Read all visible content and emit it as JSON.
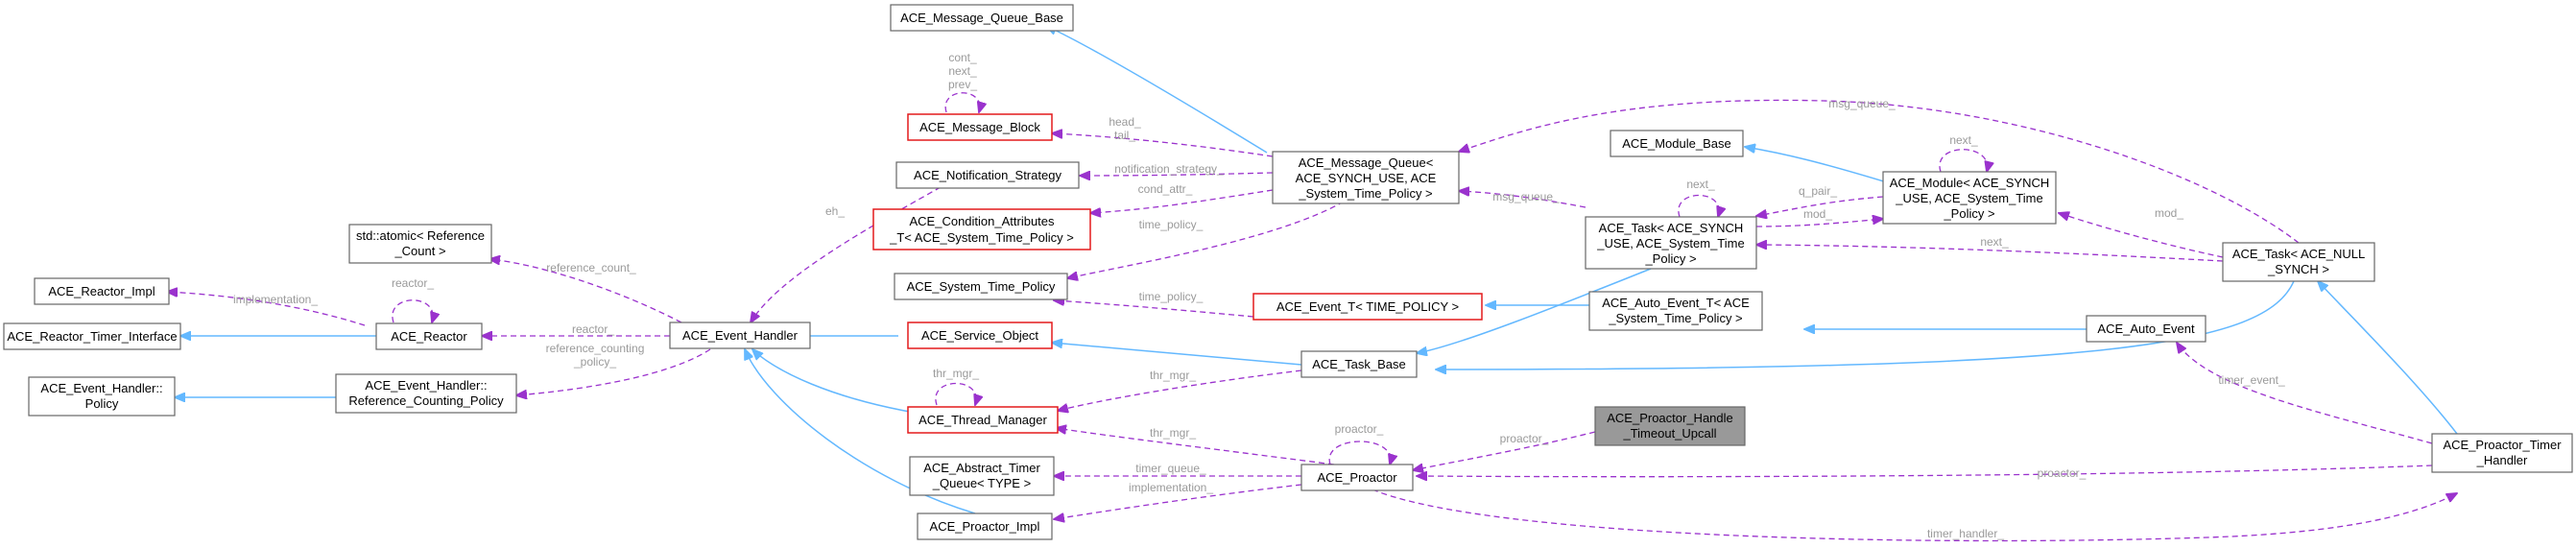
{
  "colors": {
    "inheritance": "#63b8ff",
    "usage": "#9a32cd",
    "highlight_border": "#e41a1c",
    "focus_fill": "#999999",
    "label": "#9a9a9a"
  },
  "nodes": {
    "mqb": [
      "ACE_Message_Queue_Base"
    ],
    "mb": [
      "ACE_Message_Block"
    ],
    "ns": [
      "ACE_Notification_Strategy"
    ],
    "mq": [
      "ACE_Message_Queue<",
      "ACE_SYNCH_USE, ACE",
      "_System_Time_Policy >"
    ],
    "ca": [
      "ACE_Condition_Attributes",
      "_T< ACE_System_Time_Policy >"
    ],
    "atomic": [
      "std::atomic< Reference",
      "_Count >"
    ],
    "rimpl": [
      "ACE_Reactor_Impl"
    ],
    "rti": [
      "ACE_Reactor_Timer_Interface"
    ],
    "reactor": [
      "ACE_Reactor"
    ],
    "eh": [
      "ACE_Event_Handler"
    ],
    "ehpol": [
      "ACE_Event_Handler::",
      "Policy"
    ],
    "ehrcp": [
      "ACE_Event_Handler::",
      "Reference_Counting_Policy"
    ],
    "stp": [
      "ACE_System_Time_Policy"
    ],
    "so": [
      "ACE_Service_Object"
    ],
    "tm": [
      "ACE_Thread_Manager"
    ],
    "atq": [
      "ACE_Abstract_Timer",
      "_Queue< TYPE >"
    ],
    "pimpl": [
      "ACE_Proactor_Impl"
    ],
    "et": [
      "ACE_Event_T< TIME_POLICY >"
    ],
    "tb": [
      "ACE_Task_Base"
    ],
    "task": [
      "ACE_Task< ACE_SYNCH",
      "_USE, ACE_System_Time",
      "_Policy >"
    ],
    "pro": [
      "ACE_Proactor"
    ],
    "phtu": [
      "ACE_Proactor_Handle",
      "_Timeout_Upcall"
    ],
    "modb": [
      "ACE_Module_Base"
    ],
    "mod": [
      "ACE_Module< ACE_SYNCH",
      "_USE, ACE_System_Time",
      "_Policy >"
    ],
    "aet": [
      "ACE_Auto_Event_T< ACE",
      "_System_Time_Policy >"
    ],
    "ae": [
      "ACE_Auto_Event"
    ],
    "tnull": [
      "ACE_Task< ACE_NULL",
      "_SYNCH >"
    ],
    "pth": [
      "ACE_Proactor_Timer",
      "_Handler"
    ]
  },
  "edge_labels": {
    "mb_self": [
      "cont_",
      "next_",
      "prev_"
    ],
    "mq_mb": [
      "head_",
      "tail_"
    ],
    "mq_ns": [
      "notification_strategy_"
    ],
    "mq_ca": [
      "cond_attr_"
    ],
    "mq_stp": [
      "time_policy_"
    ],
    "ns_eh": [
      "eh_"
    ],
    "eh_atomic": [
      "reference_count_"
    ],
    "reactor_rimpl": [
      "implementation_"
    ],
    "reactor_self": [
      "reactor_"
    ],
    "eh_reactor": [
      "reactor_"
    ],
    "eh_rcp": [
      "reference_counting",
      "_policy_"
    ],
    "tnull_mq": [
      "msg_queue_"
    ],
    "task_mq": [
      "msg_queue_"
    ],
    "task_self": [
      "next_"
    ],
    "mod_self": [
      "next_"
    ],
    "mod_task": [
      "q_pair_"
    ],
    "task_mod": [
      "mod_"
    ],
    "tnull_mod": [
      "mod_"
    ],
    "tnull_task": [
      "next_"
    ],
    "et_stp": [
      "time_policy_"
    ],
    "tm_self": [
      "thr_mgr_"
    ],
    "tb_tm": [
      "thr_mgr_"
    ],
    "pro_tm": [
      "thr_mgr_"
    ],
    "pro_self": [
      "proactor_"
    ],
    "phtu_pro": [
      "proactor_"
    ],
    "pro_atq": [
      "timer_queue_"
    ],
    "pro_pimpl": [
      "implementation_"
    ],
    "pth_pro": [
      "proactor_"
    ],
    "pth_ae": [
      "timer_event_"
    ],
    "pro_pth": [
      "timer_handler_"
    ]
  }
}
